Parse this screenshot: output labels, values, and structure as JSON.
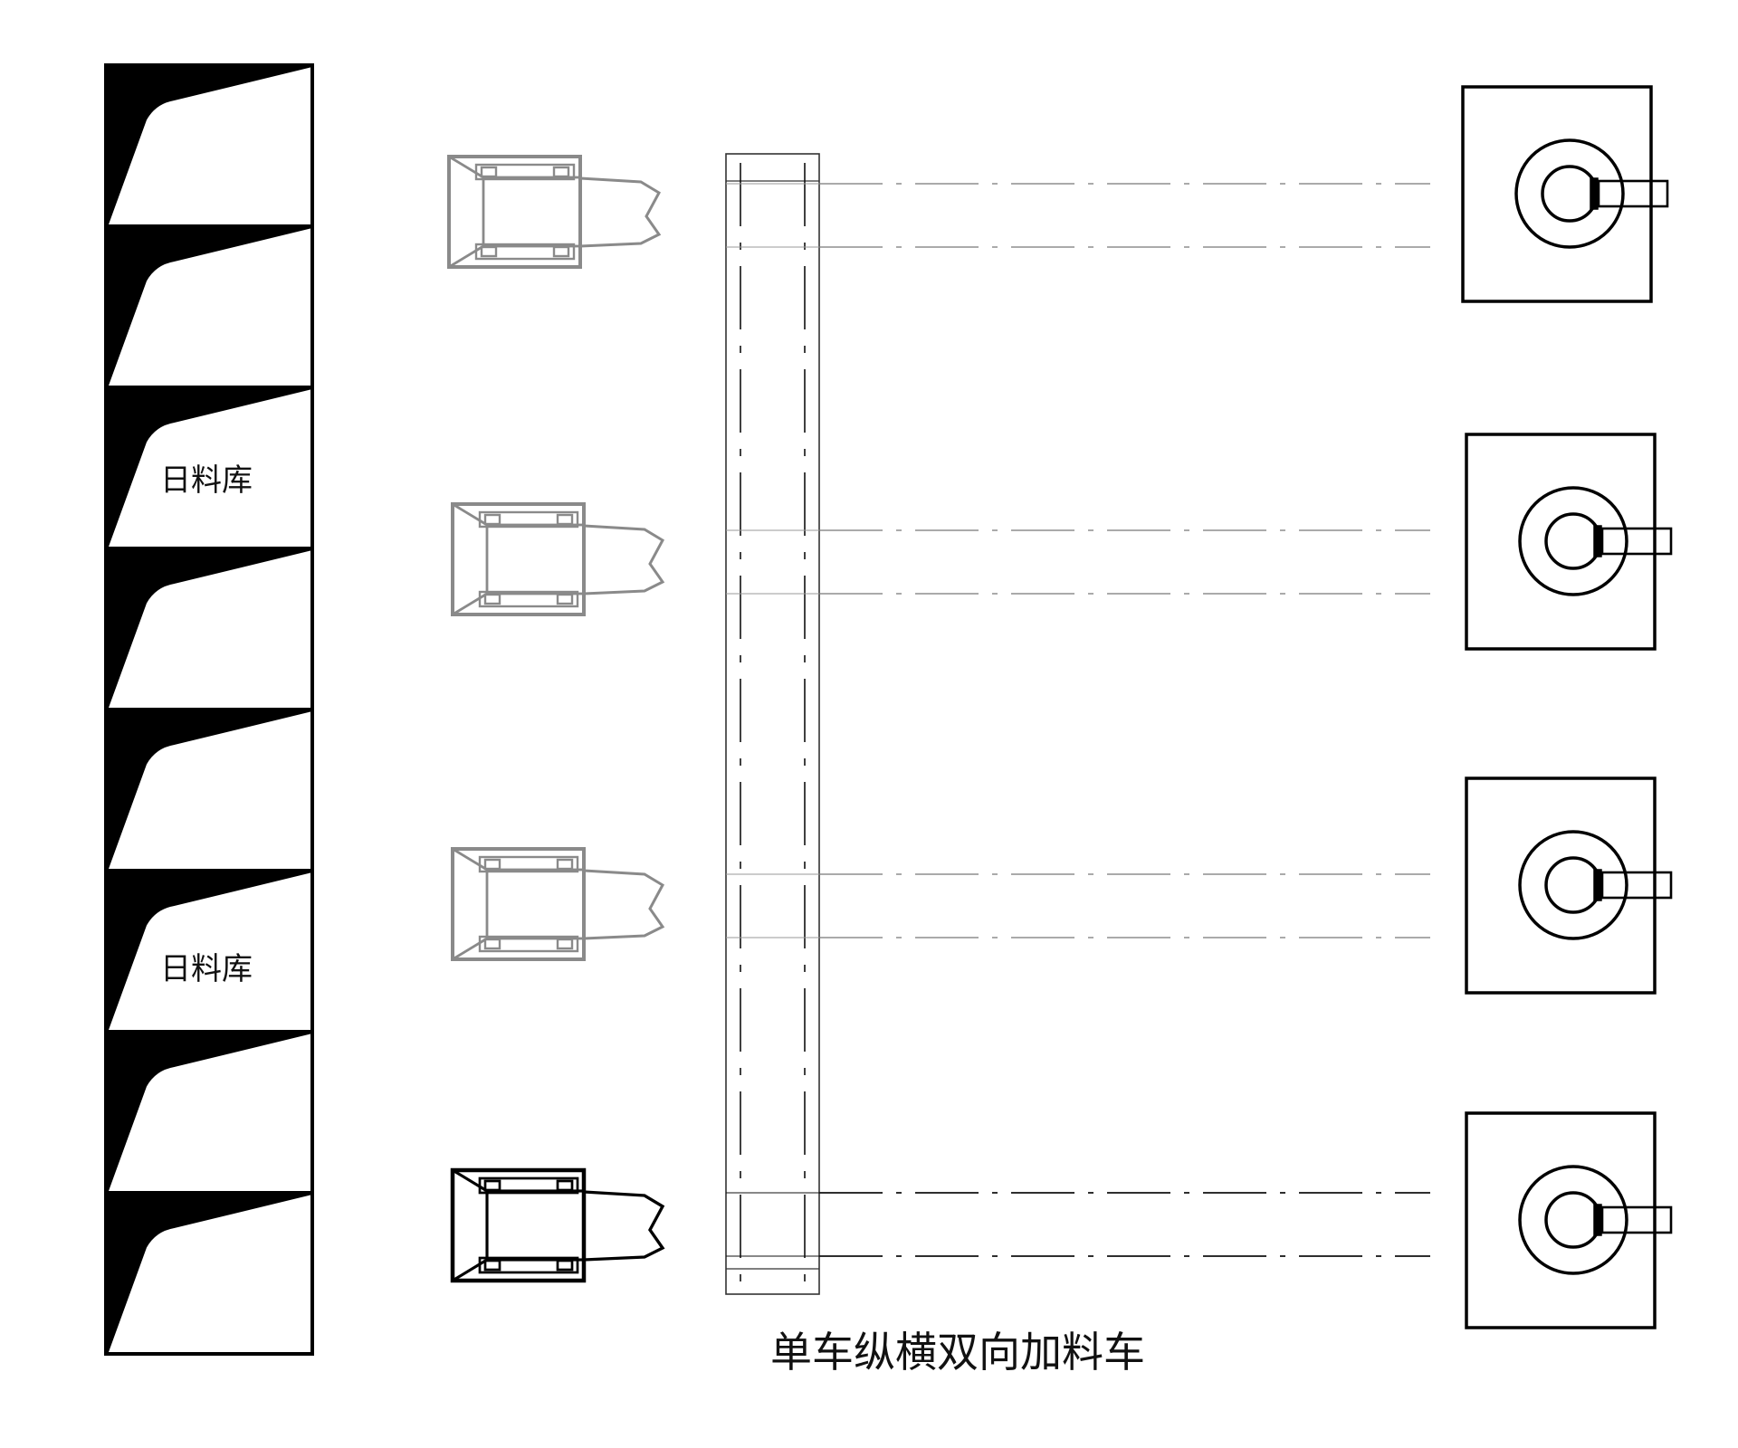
{
  "labels": {
    "warehouse_a": "日料库",
    "warehouse_b": "日料库",
    "caption": "单车纵横双向加料车"
  },
  "colors": {
    "ink": "#000000",
    "inactive_cart": "#8a8a8a",
    "rail": "#333333",
    "centerline": "#777777",
    "background": "#ffffff"
  },
  "icons": {
    "storage_bay": "storage-bay-icon",
    "feeder_cart": "feeder-cart-icon",
    "furnace_station": "furnace-station-icon"
  },
  "counts": {
    "storage_bays": 8,
    "feeder_carts": 4,
    "stations": 4
  },
  "cart_states": [
    "inactive",
    "inactive",
    "inactive",
    "active"
  ]
}
